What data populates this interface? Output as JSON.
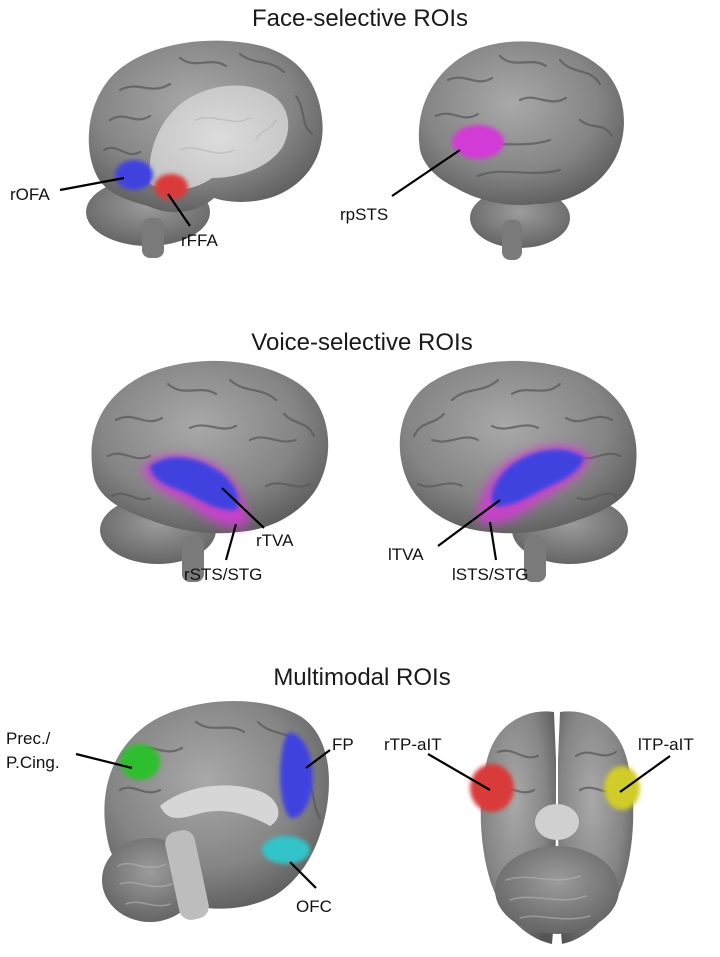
{
  "sections": {
    "face": {
      "title": "Face-selective ROIs",
      "labels": {
        "rOFA": "rOFA",
        "rFFA": "rFFA",
        "rpSTS": "rpSTS"
      }
    },
    "voice": {
      "title": "Voice-selective ROIs",
      "labels": {
        "rTVA": "rTVA",
        "rSTS": "rSTS/STG",
        "lTVA": "lTVA",
        "lSTS": "lSTS/STG"
      }
    },
    "multimodal": {
      "title": "Multimodal ROIs",
      "labels": {
        "prec1": "Prec./",
        "prec2": "P.Cing.",
        "FP": "FP",
        "OFC": "OFC",
        "rTP": "rTP-aIT",
        "lTP": "lTP-aIT"
      }
    }
  },
  "colors": {
    "blue_roi": "#3f43e0",
    "red_roi": "#d93a3a",
    "magenta_roi": "#d23ad6",
    "green_roi": "#2fbf2f",
    "cyan_roi": "#33c4c8",
    "yellow_roi": "#d0cc2c",
    "brain_gray": "#8c8c8c"
  }
}
